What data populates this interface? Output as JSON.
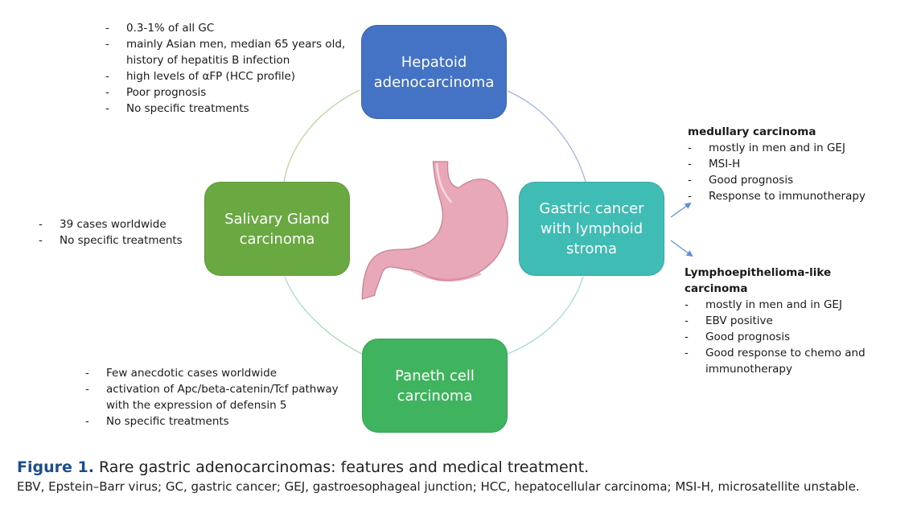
{
  "nodes": {
    "hepatoid": {
      "line1": "Hepatoid",
      "line2": "adenocarcinoma",
      "color": "#4472c4"
    },
    "salivary": {
      "line1": "Salivary Gland",
      "line2": "carcinoma",
      "color": "#6aa842"
    },
    "lymphoid": {
      "line1": "Gastric cancer",
      "line2": "with lymphoid",
      "line3": "stroma",
      "color": "#3fbcb4"
    },
    "paneth": {
      "line1": "Paneth cell",
      "line2": "carcinoma",
      "color": "#3fb35e"
    }
  },
  "center_icon": "stomach-illustration",
  "notes": {
    "hepatoid": [
      "0.3-1% of all GC",
      "mainly Asian men, median 65 years old, history of hepatitis B infection",
      "high levels of αFP (HCC profile)",
      "Poor prognosis",
      "No specific treatments"
    ],
    "salivary": [
      "39 cases worldwide",
      "No specific treatments"
    ],
    "medullary": {
      "heading": "medullary carcinoma",
      "items": [
        "mostly in men and in GEJ",
        "MSI-H",
        "Good prognosis",
        "Response to immunotherapy"
      ]
    },
    "lymphoepithelioma": {
      "heading": "Lymphoepithelioma-like carcinoma",
      "items": [
        "mostly in men and in GEJ",
        "EBV positive",
        "Good prognosis",
        "Good response to chemo and immunotherapy"
      ]
    },
    "paneth": [
      "Few anecdotic cases worldwide",
      "activation of Apc/beta-catenin/Tcf pathway with the expression of defensin 5",
      "No specific treatments"
    ],
    "bullet": "-"
  },
  "caption": {
    "label": "Figure 1.",
    "title": "Rare gastric adenocarcinomas: features and medical treatment.",
    "legend": "EBV, Epstein–Barr virus; GC, gastric cancer; GEJ, gastroesophageal junction; HCC, hepatocellular carcinoma; MSI-H, microsatellite unstable."
  },
  "colors": {
    "caption_label": "#1a4f8a",
    "arrow": "#5b8fd6"
  }
}
